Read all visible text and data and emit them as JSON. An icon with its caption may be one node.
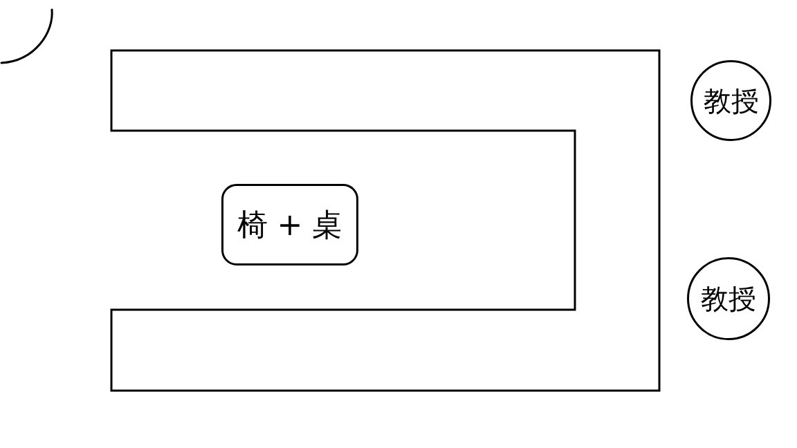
{
  "diagram": {
    "nodes": [
      {
        "text": [
          "椅 + 桌"
        ]
      },
      {
        "text": [
          "教授"
        ]
      },
      {
        "text": [
          "教授"
        ]
      }
    ]
  }
}
